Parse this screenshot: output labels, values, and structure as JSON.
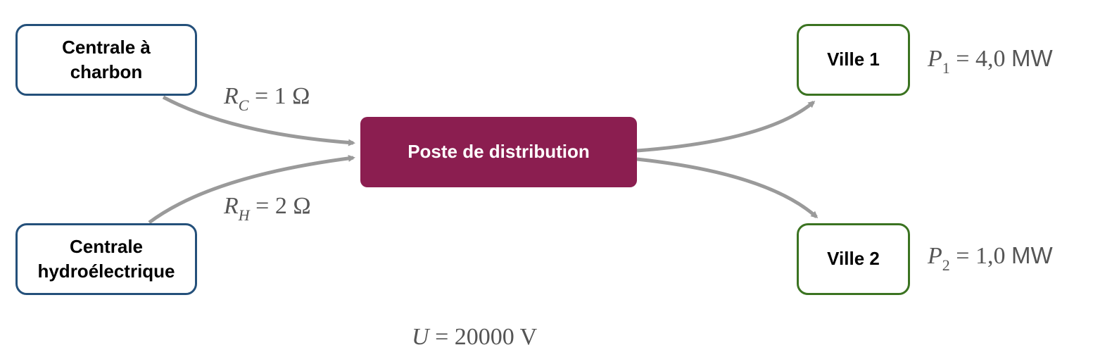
{
  "nodes": {
    "coal_plant": {
      "label_lines": [
        "Centrale à",
        "charbon"
      ]
    },
    "hydro_plant": {
      "label_lines": [
        "Centrale",
        "hydroélectrique"
      ]
    },
    "hub": {
      "label": "Poste de distribution"
    },
    "city_1": {
      "label": "Ville 1"
    },
    "city_2": {
      "label": "Ville 2"
    }
  },
  "annotations": {
    "res_coal": {
      "symbol": "R",
      "subscript": "C",
      "value": "= 1 Ω"
    },
    "res_hydro": {
      "symbol": "R",
      "subscript": "H",
      "value": "= 2 Ω"
    },
    "power_1": {
      "symbol": "P",
      "subscript": "1",
      "value": "= 4,0",
      "unit": "MW"
    },
    "power_2": {
      "symbol": "P",
      "subscript": "2",
      "value": "= 1,0",
      "unit": "MW"
    },
    "voltage": {
      "symbol": "U",
      "value": "= 20000 V"
    }
  },
  "colors": {
    "plant_border": "#24507a",
    "city_border": "#3b7321",
    "hub_fill": "#8b1e50",
    "hub_text": "#ffffff",
    "arrow": "#9a9a9a",
    "formula_text": "#555555"
  },
  "edges": [
    {
      "from": "coal_plant",
      "to": "hub"
    },
    {
      "from": "hydro_plant",
      "to": "hub"
    },
    {
      "from": "hub",
      "to": "city_1"
    },
    {
      "from": "hub",
      "to": "city_2"
    }
  ]
}
